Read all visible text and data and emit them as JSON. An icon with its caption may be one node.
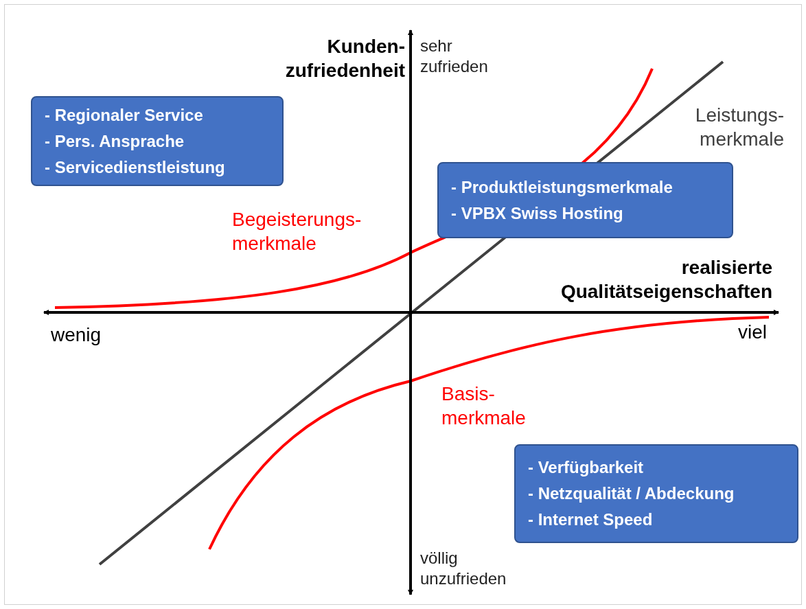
{
  "diagram": {
    "nodes": [
      {
        "text": [
          "- Regionaler Service",
          "- Pers. Ansprache",
          "- Servicedienstleistung"
        ]
      },
      {
        "text": [
          "- Produktleistungsmerkmale",
          "- VPBX Swiss Hosting"
        ]
      },
      {
        "text": [
          "- Verfügbarkeit",
          "- Netzqualität / Abdeckung",
          "- Internet Speed"
        ]
      }
    ],
    "labels": [
      "Kunden- zufriedenheit",
      "sehr zufrieden",
      "Leistungs- merkmale",
      "Begeisterungs- merkmale",
      "realisierte Qualitätseigenschaften",
      "wenig",
      "viel",
      "Basis- merkmale",
      "völlig unzufrieden"
    ]
  }
}
